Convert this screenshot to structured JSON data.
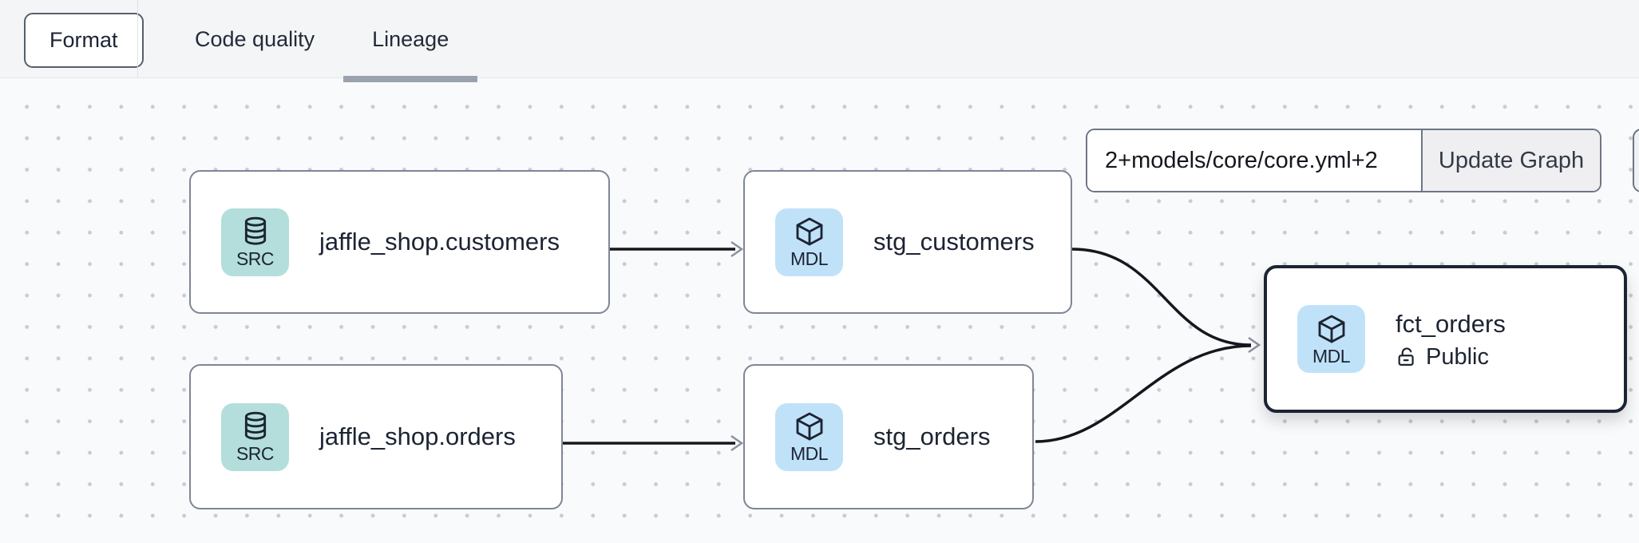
{
  "topbar": {
    "format_label": "Format",
    "tabs": [
      {
        "label": "Code quality",
        "active": false
      },
      {
        "label": "Lineage",
        "active": true
      }
    ]
  },
  "filter": {
    "input_value": "2+models/core/core.yml+2",
    "update_button_label": "Update Graph"
  },
  "graph": {
    "nodes": [
      {
        "id": "jaffle_shop.customers",
        "type": "source",
        "badge": "SRC",
        "icon": "database-icon",
        "title": "jaffle_shop.customers",
        "selected": false
      },
      {
        "id": "stg_customers",
        "type": "model",
        "badge": "MDL",
        "icon": "cube-icon",
        "title": "stg_customers",
        "selected": false
      },
      {
        "id": "jaffle_shop.orders",
        "type": "source",
        "badge": "SRC",
        "icon": "database-icon",
        "title": "jaffle_shop.orders",
        "selected": false
      },
      {
        "id": "stg_orders",
        "type": "model",
        "badge": "MDL",
        "icon": "cube-icon",
        "title": "stg_orders",
        "selected": false
      },
      {
        "id": "fct_orders",
        "type": "model",
        "badge": "MDL",
        "icon": "cube-icon",
        "title": "fct_orders",
        "access_label": "Public",
        "selected": true
      }
    ],
    "edges": [
      {
        "from": "jaffle_shop.customers",
        "to": "stg_customers"
      },
      {
        "from": "jaffle_shop.orders",
        "to": "stg_orders"
      },
      {
        "from": "stg_customers",
        "to": "fct_orders"
      },
      {
        "from": "stg_orders",
        "to": "fct_orders"
      }
    ]
  },
  "colors": {
    "src_badge": "#b3dedb",
    "mdl_badge": "#c0e2f8",
    "node_border": "#7e8696",
    "selected_node_border": "#1b2433",
    "edge_line": "#16161e",
    "arrowhead": "#8a919f",
    "tab_underline": "#9aa2ae",
    "topbar_bg": "#f4f5f6",
    "canvas_bg": "#f9fafb"
  }
}
